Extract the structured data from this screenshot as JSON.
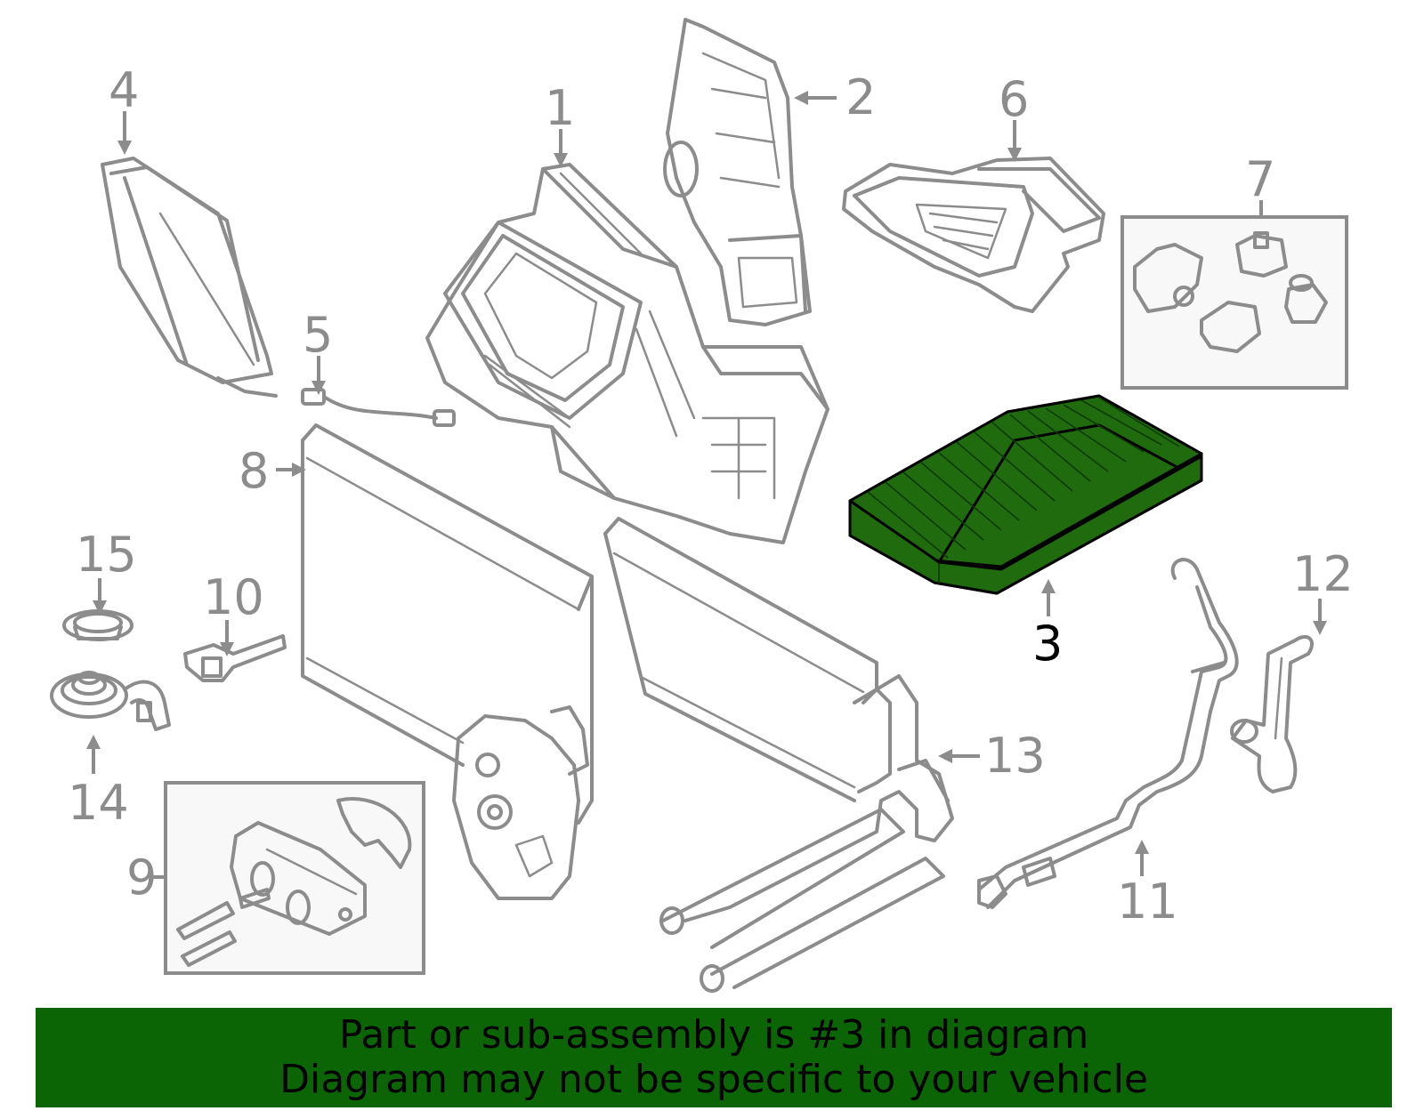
{
  "diagram": {
    "highlighted_part": "3",
    "highlight_color": "#1f6b0e",
    "banner_color": "#0b6505",
    "callouts": [
      "1",
      "2",
      "3",
      "4",
      "5",
      "6",
      "7",
      "8",
      "9",
      "10",
      "11",
      "12",
      "13",
      "14",
      "15"
    ]
  },
  "banner": {
    "line1": "Part or sub-assembly is #3 in diagram",
    "line2": "Diagram may not be specific to your vehicle"
  }
}
